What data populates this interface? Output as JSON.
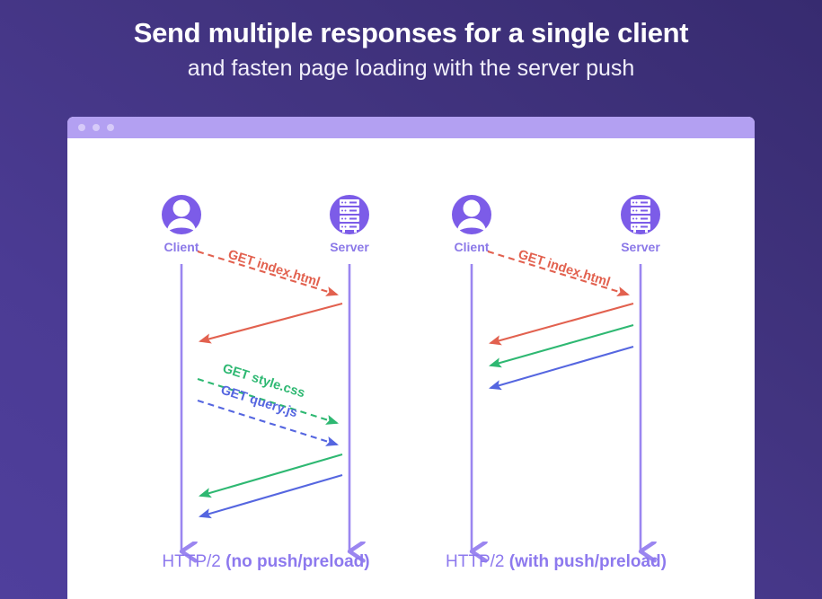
{
  "heading": {
    "title": "Send multiple responses for a single client",
    "subtitle": "and fasten page loading with the server push"
  },
  "browser": {
    "dots": [
      "window-dot-1",
      "window-dot-2",
      "window-dot-3"
    ]
  },
  "colors": {
    "background_dark": "#372b70",
    "background_light": "#4f3f9c",
    "purple_accent": "#7c5ce8",
    "purple_label": "#8b78e8",
    "purple_lifeline": "#9b86f0",
    "browser_bar": "#b3a0f2",
    "red": "#e2614f",
    "green": "#2eb872",
    "blue": "#5566e0",
    "card": "#ffffff"
  },
  "diagrams": [
    {
      "id": "no-push",
      "caption_prefix": "HTTP/2 ",
      "caption_strong": "(no push/preload)",
      "nodes": [
        {
          "name": "Client",
          "icon": "client-person-icon"
        },
        {
          "name": "Server",
          "icon": "server-rack-icon"
        }
      ],
      "messages": [
        {
          "label": "GET index.html",
          "color": "#e2614f",
          "style": "dashed",
          "direction": "client-to-server"
        },
        {
          "label": "",
          "color": "#e2614f",
          "style": "solid",
          "direction": "server-to-client"
        },
        {
          "label": "GET style.css",
          "color": "#2eb872",
          "style": "dashed",
          "direction": "client-to-server"
        },
        {
          "label": "GET query.js",
          "color": "#5566e0",
          "style": "dashed",
          "direction": "client-to-server"
        },
        {
          "label": "",
          "color": "#2eb872",
          "style": "solid",
          "direction": "server-to-client"
        },
        {
          "label": "",
          "color": "#5566e0",
          "style": "solid",
          "direction": "server-to-client"
        }
      ]
    },
    {
      "id": "with-push",
      "caption_prefix": "HTTP/2 ",
      "caption_strong": "(with push/preload)",
      "nodes": [
        {
          "name": "Client",
          "icon": "client-person-icon"
        },
        {
          "name": "Server",
          "icon": "server-rack-icon"
        }
      ],
      "messages": [
        {
          "label": "GET index.html",
          "color": "#e2614f",
          "style": "dashed",
          "direction": "client-to-server"
        },
        {
          "label": "",
          "color": "#e2614f",
          "style": "solid",
          "direction": "server-to-client"
        },
        {
          "label": "",
          "color": "#2eb872",
          "style": "solid",
          "direction": "server-to-client"
        },
        {
          "label": "",
          "color": "#5566e0",
          "style": "solid",
          "direction": "server-to-client"
        }
      ]
    }
  ],
  "labels": {
    "client": "Client",
    "server": "Server",
    "get_index": "GET index.html",
    "get_style": "GET style.css",
    "get_query": "GET query.js",
    "http2": "HTTP/2 ",
    "no_push": "(no push/preload)",
    "with_push": "(with push/preload)"
  }
}
